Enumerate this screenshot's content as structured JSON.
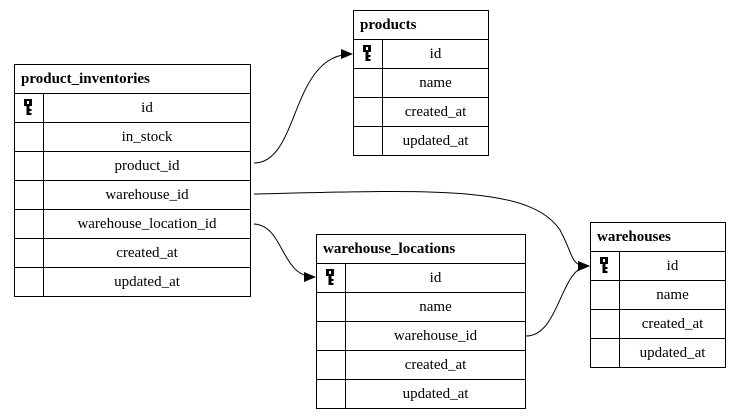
{
  "entities": {
    "product_inventories": {
      "title": "product_inventories",
      "fields": [
        {
          "name": "id",
          "primary_key": true
        },
        {
          "name": "in_stock",
          "primary_key": false
        },
        {
          "name": "product_id",
          "primary_key": false
        },
        {
          "name": "warehouse_id",
          "primary_key": false
        },
        {
          "name": "warehouse_location_id",
          "primary_key": false
        },
        {
          "name": "created_at",
          "primary_key": false
        },
        {
          "name": "updated_at",
          "primary_key": false
        }
      ]
    },
    "products": {
      "title": "products",
      "fields": [
        {
          "name": "id",
          "primary_key": true
        },
        {
          "name": "name",
          "primary_key": false
        },
        {
          "name": "created_at",
          "primary_key": false
        },
        {
          "name": "updated_at",
          "primary_key": false
        }
      ]
    },
    "warehouse_locations": {
      "title": "warehouse_locations",
      "fields": [
        {
          "name": "id",
          "primary_key": true
        },
        {
          "name": "name",
          "primary_key": false
        },
        {
          "name": "warehouse_id",
          "primary_key": false
        },
        {
          "name": "created_at",
          "primary_key": false
        },
        {
          "name": "updated_at",
          "primary_key": false
        }
      ]
    },
    "warehouses": {
      "title": "warehouses",
      "fields": [
        {
          "name": "id",
          "primary_key": true
        },
        {
          "name": "name",
          "primary_key": false
        },
        {
          "name": "created_at",
          "primary_key": false
        },
        {
          "name": "updated_at",
          "primary_key": false
        }
      ]
    }
  },
  "relationships": [
    {
      "from_table": "product_inventories",
      "from_field": "product_id",
      "to_table": "products"
    },
    {
      "from_table": "product_inventories",
      "from_field": "warehouse_id",
      "to_table": "warehouses"
    },
    {
      "from_table": "product_inventories",
      "from_field": "warehouse_location_id",
      "to_table": "warehouse_locations"
    },
    {
      "from_table": "warehouse_locations",
      "from_field": "warehouse_id",
      "to_table": "warehouses"
    }
  ],
  "icons": {
    "primary_key": "key-icon"
  },
  "colors": {
    "line": "#000000",
    "background": "#ffffff"
  }
}
